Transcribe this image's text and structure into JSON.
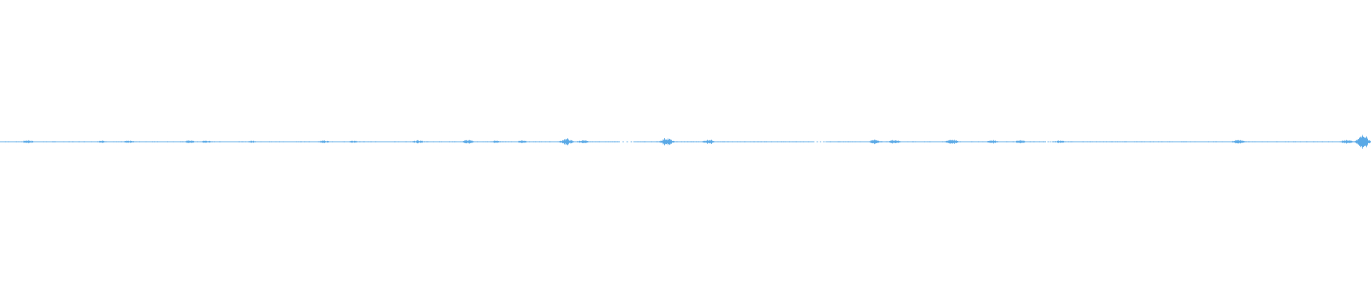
{
  "waveform": {
    "color": "#5aa9e6",
    "background": "#ffffff",
    "silent_gaps": [
      [
        0.452,
        0.462
      ],
      [
        0.594,
        0.602
      ],
      [
        0.763,
        0.768
      ]
    ],
    "bursts": [
      {
        "t": 0.02,
        "amp": 0.22
      },
      {
        "t": 0.074,
        "amp": 0.14
      },
      {
        "t": 0.094,
        "amp": 0.15
      },
      {
        "t": 0.138,
        "amp": 0.2
      },
      {
        "t": 0.15,
        "amp": 0.16
      },
      {
        "t": 0.184,
        "amp": 0.15
      },
      {
        "t": 0.236,
        "amp": 0.18
      },
      {
        "t": 0.258,
        "amp": 0.14
      },
      {
        "t": 0.305,
        "amp": 0.2
      },
      {
        "t": 0.341,
        "amp": 0.25
      },
      {
        "t": 0.362,
        "amp": 0.16
      },
      {
        "t": 0.381,
        "amp": 0.2
      },
      {
        "t": 0.413,
        "amp": 0.45
      },
      {
        "t": 0.425,
        "amp": 0.2
      },
      {
        "t": 0.486,
        "amp": 0.55
      },
      {
        "t": 0.517,
        "amp": 0.32
      },
      {
        "t": 0.638,
        "amp": 0.3
      },
      {
        "t": 0.652,
        "amp": 0.28
      },
      {
        "t": 0.694,
        "amp": 0.35
      },
      {
        "t": 0.724,
        "amp": 0.22
      },
      {
        "t": 0.744,
        "amp": 0.2
      },
      {
        "t": 0.773,
        "amp": 0.18
      },
      {
        "t": 0.903,
        "amp": 0.28
      },
      {
        "t": 0.982,
        "amp": 0.26
      },
      {
        "t": 0.994,
        "amp": 1.0
      }
    ]
  }
}
